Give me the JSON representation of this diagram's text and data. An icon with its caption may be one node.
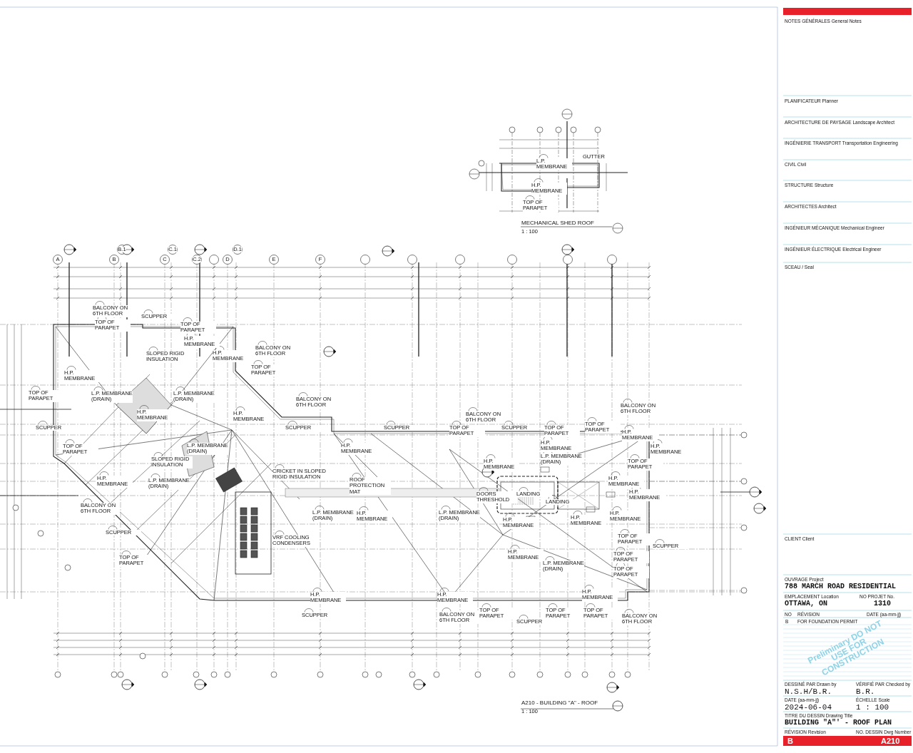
{
  "diagram": {
    "labels": [
      "NOTES GÉNÉRALES General Notes",
      "PLANIFICATEUR Planner",
      "ARCHITECTURE DE PAYSAGE Landscape Architect",
      "INGÉNIERIE TRANSPORT Transportation Engineering",
      "CIVIL Civil",
      "STRUCTURE Structure",
      "ARCHITECTES Architect",
      "INGÉNIEUR MÉCANIQUE Mechanical Engineer",
      "INGÉNIEUR ÉLECTRIQUE Electrical Engineer",
      "SCEAU / Seal",
      "CLIENT Client",
      "OUVRAGE Project",
      "788 MARCH ROAD RESIDENTIAL",
      "EMPLACEMENT Location",
      "OTTAWA, ON",
      "NO PROJET No.",
      "1310",
      "NO",
      "RÉVISION",
      "DATE (aa-mm-jj)",
      "B",
      "FOR FOUNDATION PERMIT",
      "Preliminary DO NOT USE FOR CONSTRUCTION",
      "DESSINÉ PAR Drawn by",
      "N.S.H/B.R.",
      "VÉRIFIÉ PAR Checked by",
      "B.R.",
      "DATE (aa-mm-jj)",
      "2024-06-04",
      "ÉCHELLE Scale",
      "1 : 100",
      "TITRE DU DESSIN Drawing Title",
      "BUILDING \"A\"' - ROOF PLAN",
      "RÉVISION Revision",
      "NO. DESSIN Dwg Number",
      "B",
      "A210",
      "MECHANICAL SHED ROOF",
      "1 : 100",
      "A210 - BUILDING \"A\" - ROOF",
      "1 : 100",
      "L.P. MEMBRANE",
      "H.P. MEMBRANE",
      "TOP OF PARAPET",
      "GUTTER",
      "BALCONY ON 6TH FLOOR",
      "TOP OF PARAPET",
      "SCUPPER",
      "TOP OF PARAPET",
      "H.P. MEMBRANE",
      "SLOPED RIGID INSULATION",
      "H.P. MEMBRANE",
      "BALCONY ON 6TH FLOOR",
      "TOP OF PARAPET",
      "H.P. MEMBRANE",
      "TOP OF PARAPET",
      "L.P. MEMBRANE (DRAIN)",
      "L.P. MEMBRANE (DRAIN)",
      "H.P. MEMBRANE",
      "H.P. MEMBRANE",
      "BALCONY ON 6TH FLOOR",
      "SCUPPER",
      "TOP OF PARAPET",
      "SCUPPER",
      "SCUPPER",
      "H.P. MEMBRANE",
      "BALCONY ON 6TH FLOOR",
      "TOP OF PARAPET",
      "SCUPPER",
      "TOP OF PARAPET",
      "BALCONY ON 6TH FLOOR",
      "TOP OF PARAPET",
      "L.P. MEMBRANE (DRAIN)",
      "SLOPED RIGID INSULATION",
      "H.P. MEMBRANE",
      "H.P. MEMBRANE",
      "H.P. MEMBRANE",
      "L.P. MEMBRANE (DRAIN)",
      "H.P. MEMBRANE",
      "TOP OF PARAPET",
      "H.P. MEMBRANE",
      "L.P. MEMBRANE (DRAIN)",
      "CRICKET IN SLOPED RIGID INSULATION",
      "ROOF PROTECTION MAT",
      "DOORS THRESHOLD",
      "LANDING",
      "LANDING",
      "H.P. MEMBRANE",
      "H.P. MEMBRANE",
      "BALCONY ON 6TH FLOOR",
      "L.P. MEMBRANE (DRAIN)",
      "H.P. MEMBRANE",
      "L.P. MEMBRANE (DRAIN)",
      "H.P. MEMBRANE",
      "H.P. MEMBRANE",
      "H.P. MEMBRANE",
      "VRF COOLING CONDENSERS",
      "SCUPPER",
      "TOP OF PARAPET",
      "SCUPPER",
      "TOP OF PARAPET",
      "H.P. MEMBRANE",
      "TOP OF PARAPET",
      "L.P. MEMBRANE (DRAIN)",
      "TOP OF PARAPET",
      "H.P. MEMBRANE",
      "H.P. MEMBRANE",
      "H.P. MEMBRANE",
      "TOP OF PARAPET",
      "TOP OF PARAPET",
      "TOP OF PARAPET",
      "SCUPPER",
      "BALCONY ON 6TH FLOOR",
      "SCUPPER",
      "BALCONY ON 6TH FLOOR",
      "A",
      "B",
      "B.1",
      "C",
      "C.1",
      "C.2",
      "D",
      "D.1",
      "E",
      "F"
    ]
  }
}
